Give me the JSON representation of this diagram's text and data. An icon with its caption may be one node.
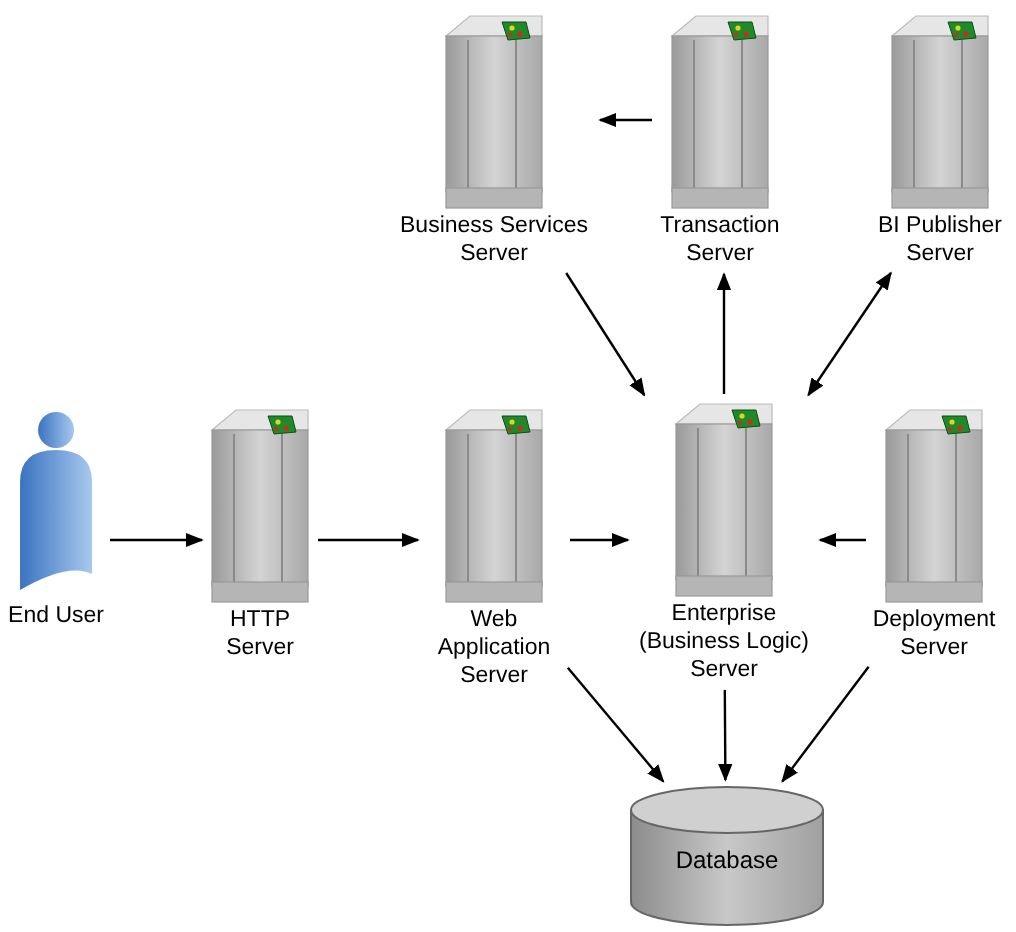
{
  "diagram": {
    "nodes": [
      {
        "text": [
          "End User"
        ]
      },
      {
        "text": [
          "HTTP Server"
        ]
      },
      {
        "text": [
          "Web Application Server"
        ]
      },
      {
        "text": [
          "Business Services Server"
        ]
      },
      {
        "text": [
          "Transaction Server"
        ]
      },
      {
        "text": [
          "BI Publisher Server"
        ]
      },
      {
        "text": [
          "Enterprise (Business Logic) Server"
        ]
      },
      {
        "text": [
          "Deployment Server"
        ]
      },
      {
        "text": [
          "Database"
        ]
      }
    ],
    "edges": [
      {
        "from": 0,
        "to": 1,
        "arrow": "to"
      },
      {
        "from": 1,
        "to": 2,
        "arrow": "to"
      },
      {
        "from": 2,
        "to": 6,
        "arrow": "to"
      },
      {
        "from": 7,
        "to": 6,
        "arrow": "to"
      },
      {
        "from": 4,
        "to": 3,
        "arrow": "to"
      },
      {
        "from": 6,
        "to": 4,
        "arrow": "to"
      },
      {
        "from": 6,
        "to": 5,
        "arrow": "both"
      },
      {
        "from": 3,
        "to": 6,
        "arrow": "to"
      },
      {
        "from": 2,
        "to": 8,
        "arrow": "to"
      },
      {
        "from": 6,
        "to": 8,
        "arrow": "to"
      },
      {
        "from": 7,
        "to": 8,
        "arrow": "to"
      }
    ]
  }
}
